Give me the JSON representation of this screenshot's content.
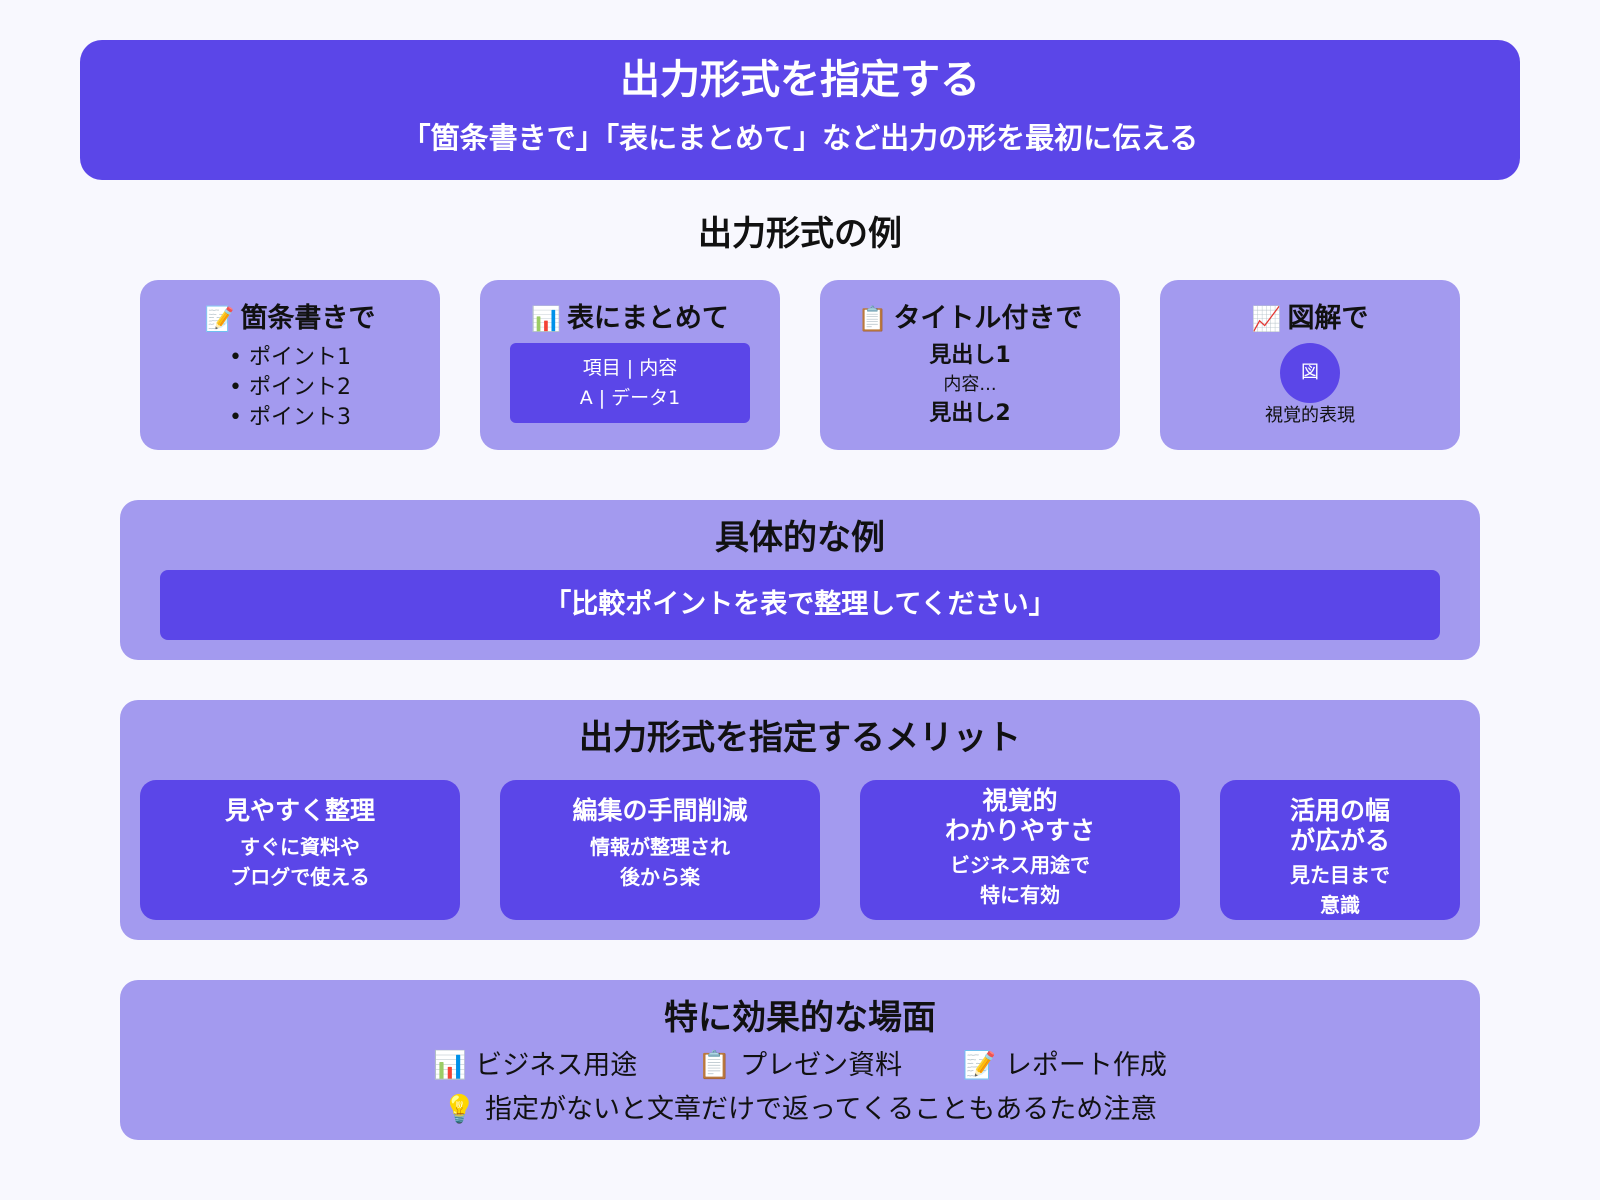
{
  "colors": {
    "background": "#f8f8fe",
    "primary": "#5b46e8",
    "panel": "#a39aef",
    "text_dark": "#111111",
    "text_light": "#ffffff"
  },
  "header": {
    "title": "出力形式を指定する",
    "subtitle": "「箇条書きで」「表にまとめて」など出力の形を最初に伝える"
  },
  "examples_section": {
    "title": "出力形式の例",
    "cards": [
      {
        "icon": "📝",
        "icon_name": "memo-icon",
        "title": "箇条書きで",
        "bullets": [
          "• ポイント1",
          "• ポイント2",
          "• ポイント3"
        ]
      },
      {
        "icon": "📊",
        "icon_name": "bar-chart-icon",
        "title": "表にまとめて",
        "table_rows": [
          "項目 | 内容",
          "A | データ1"
        ]
      },
      {
        "icon": "📋",
        "icon_name": "clipboard-icon",
        "title": "タイトル付きで",
        "heading1": "見出し1",
        "content": "内容...",
        "heading2": "見出し2"
      },
      {
        "icon": "📈",
        "icon_name": "chart-increasing-icon",
        "title": "図解で",
        "circle_label": "図",
        "caption": "視覚的表現"
      }
    ]
  },
  "concrete_example": {
    "title": "具体的な例",
    "text": "「比較ポイントを表で整理してください」"
  },
  "merits": {
    "title": "出力形式を指定するメリット",
    "items": [
      {
        "title_lines": [
          "見やすく整理"
        ],
        "desc_lines": [
          "すぐに資料や",
          "ブログで使える"
        ]
      },
      {
        "title_lines": [
          "編集の手間削減"
        ],
        "desc_lines": [
          "情報が整理され",
          "後から楽"
        ]
      },
      {
        "title_lines": [
          "視覚的",
          "わかりやすさ"
        ],
        "desc_lines": [
          "ビジネス用途で",
          "特に有効"
        ]
      },
      {
        "title_lines": [
          "活用の幅",
          "が広がる"
        ],
        "desc_lines": [
          "見た目まで",
          "意識"
        ]
      }
    ]
  },
  "scenes": {
    "title": "特に効果的な場面",
    "items": [
      {
        "icon": "📊",
        "icon_name": "bar-chart-icon",
        "label": "ビジネス用途"
      },
      {
        "icon": "📋",
        "icon_name": "clipboard-icon",
        "label": "プレゼン資料"
      },
      {
        "icon": "📝",
        "icon_name": "memo-icon",
        "label": "レポート作成"
      }
    ],
    "note_icon": "💡",
    "note": "指定がないと文章だけで返ってくることもあるため注意"
  }
}
